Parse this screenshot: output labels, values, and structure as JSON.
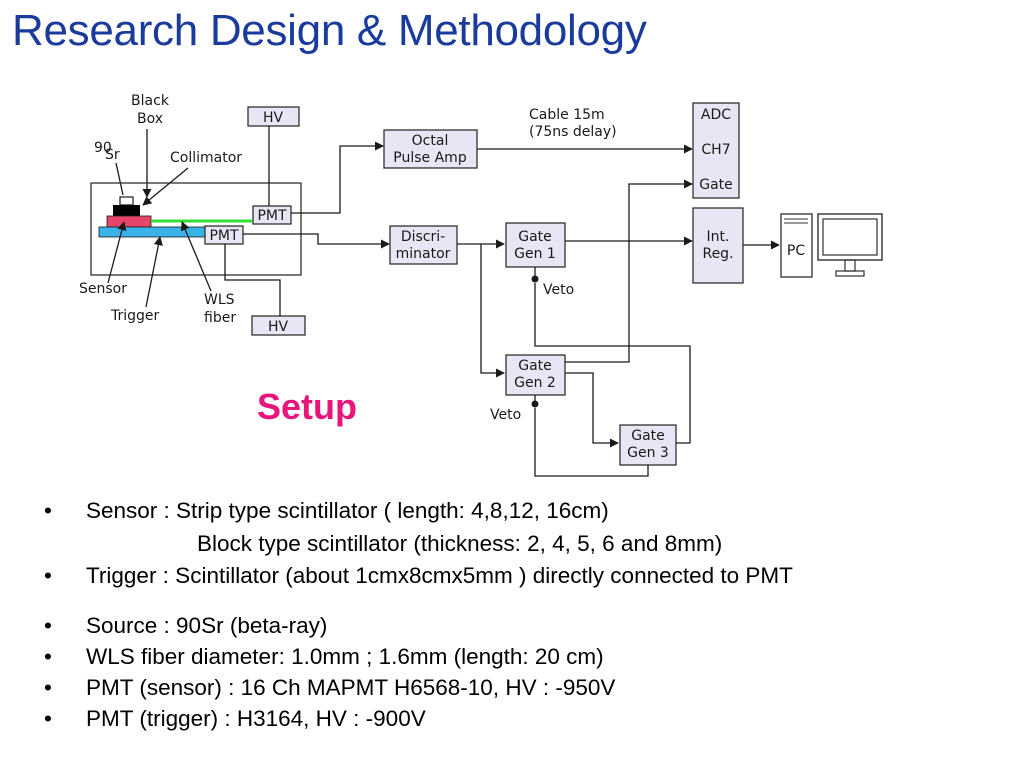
{
  "title": "Research Design & Methodology",
  "diagram": {
    "labels": {
      "black_box": [
        "Black",
        "Box"
      ],
      "source": "Sr",
      "source_sup": "90",
      "collimator": "Collimator",
      "sensor": "Sensor",
      "trigger": "Trigger",
      "wls_fiber": [
        "WLS",
        "fiber"
      ],
      "cable": [
        "Cable 15m",
        "(75ns delay)"
      ],
      "veto": "Veto",
      "setup": "Setup"
    },
    "boxes": {
      "hv": "HV",
      "pmt": "PMT",
      "octal_pulse_amp": [
        "Octal",
        "Pulse Amp"
      ],
      "discriminator": [
        "Discri-",
        "minator"
      ],
      "gate_gen_1": [
        "Gate",
        "Gen 1"
      ],
      "gate_gen_2": [
        "Gate",
        "Gen 2"
      ],
      "gate_gen_3": [
        "Gate",
        "Gen 3"
      ],
      "adc": [
        "ADC",
        "CH7",
        "Gate"
      ],
      "int_reg": [
        "Int.",
        "Reg."
      ],
      "pc": "PC"
    },
    "colors": {
      "sensor": "#e8456b",
      "trigger": "#38b2e8",
      "fiber": "#33dd33",
      "box_fill": "#e6e6f4"
    }
  },
  "bullets": [
    {
      "lines": [
        "Sensor : Strip type scintillator ( length: 4,8,12, 16cm)",
        "Block type scintillator (thickness: 2, 4, 5, 6 and 8mm)"
      ]
    },
    {
      "lines": [
        "Trigger : Scintillator (about 1cmx8cmx5mm ) directly connected to PMT"
      ]
    },
    {
      "lines": [
        "Source : 90Sr (beta-ray)"
      ]
    },
    {
      "lines": [
        "WLS fiber diameter: 1.0mm ; 1.6mm (length: 20 cm)"
      ]
    },
    {
      "lines": [
        "PMT (sensor) : 16 Ch MAPMT H6568-10, HV : -950V"
      ]
    },
    {
      "lines": [
        "PMT (trigger) : H3164,  HV : -900V"
      ]
    }
  ]
}
